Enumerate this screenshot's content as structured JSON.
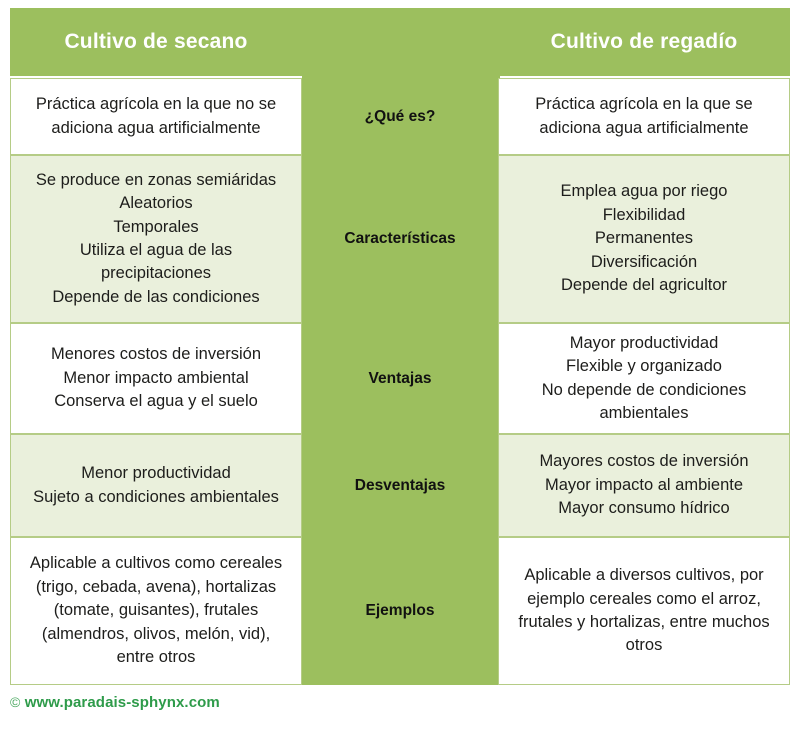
{
  "table": {
    "header": {
      "left": "Cultivo de secano",
      "middle": "",
      "right": "Cultivo de regadío"
    },
    "rows": [
      {
        "label": "¿Qué es?",
        "left": "Práctica agrícola en la que no se adiciona agua artificialmente",
        "right": "Práctica agrícola en la que se adiciona agua artificialmente"
      },
      {
        "label": "Características",
        "left": "Se produce en zonas semiáridas\nAleatorios\nTemporales\nUtiliza el agua de las precipitaciones\nDepende de las condiciones",
        "right": "Emplea agua por riego\nFlexibilidad\nPermanentes\nDiversificación\nDepende del agricultor"
      },
      {
        "label": "Ventajas",
        "left": "Menores costos de inversión\nMenor impacto ambiental\nConserva el agua y el suelo",
        "right": "Mayor productividad\nFlexible y organizado\nNo depende de condiciones ambientales"
      },
      {
        "label": "Desventajas",
        "left": "Menor productividad\nSujeto a condiciones ambientales",
        "right": "Mayores costos de inversión\nMayor impacto al ambiente\nMayor consumo hídrico"
      },
      {
        "label": "Ejemplos",
        "left": "Aplicable a cultivos como cereales (trigo, cebada, avena), hortalizas (tomate, guisantes), frutales (almendros, olivos, melón, vid), entre otros",
        "right": "Aplicable a diversos cultivos, por ejemplo cereales como el arroz, frutales y hortalizas, entre muchos otros"
      }
    ]
  },
  "footer": {
    "copyright_symbol": "©",
    "site": "www.paradais-sphynx.com"
  },
  "colors": {
    "header_green": "#9cbf5e",
    "strip_green": "#9cbf5e",
    "tint_green": "#eaf0dc",
    "border_green": "#b5cc86",
    "footer_green": "#2e9b4a",
    "cell_white": "#ffffff",
    "text_dark": "#1d1d1b"
  }
}
